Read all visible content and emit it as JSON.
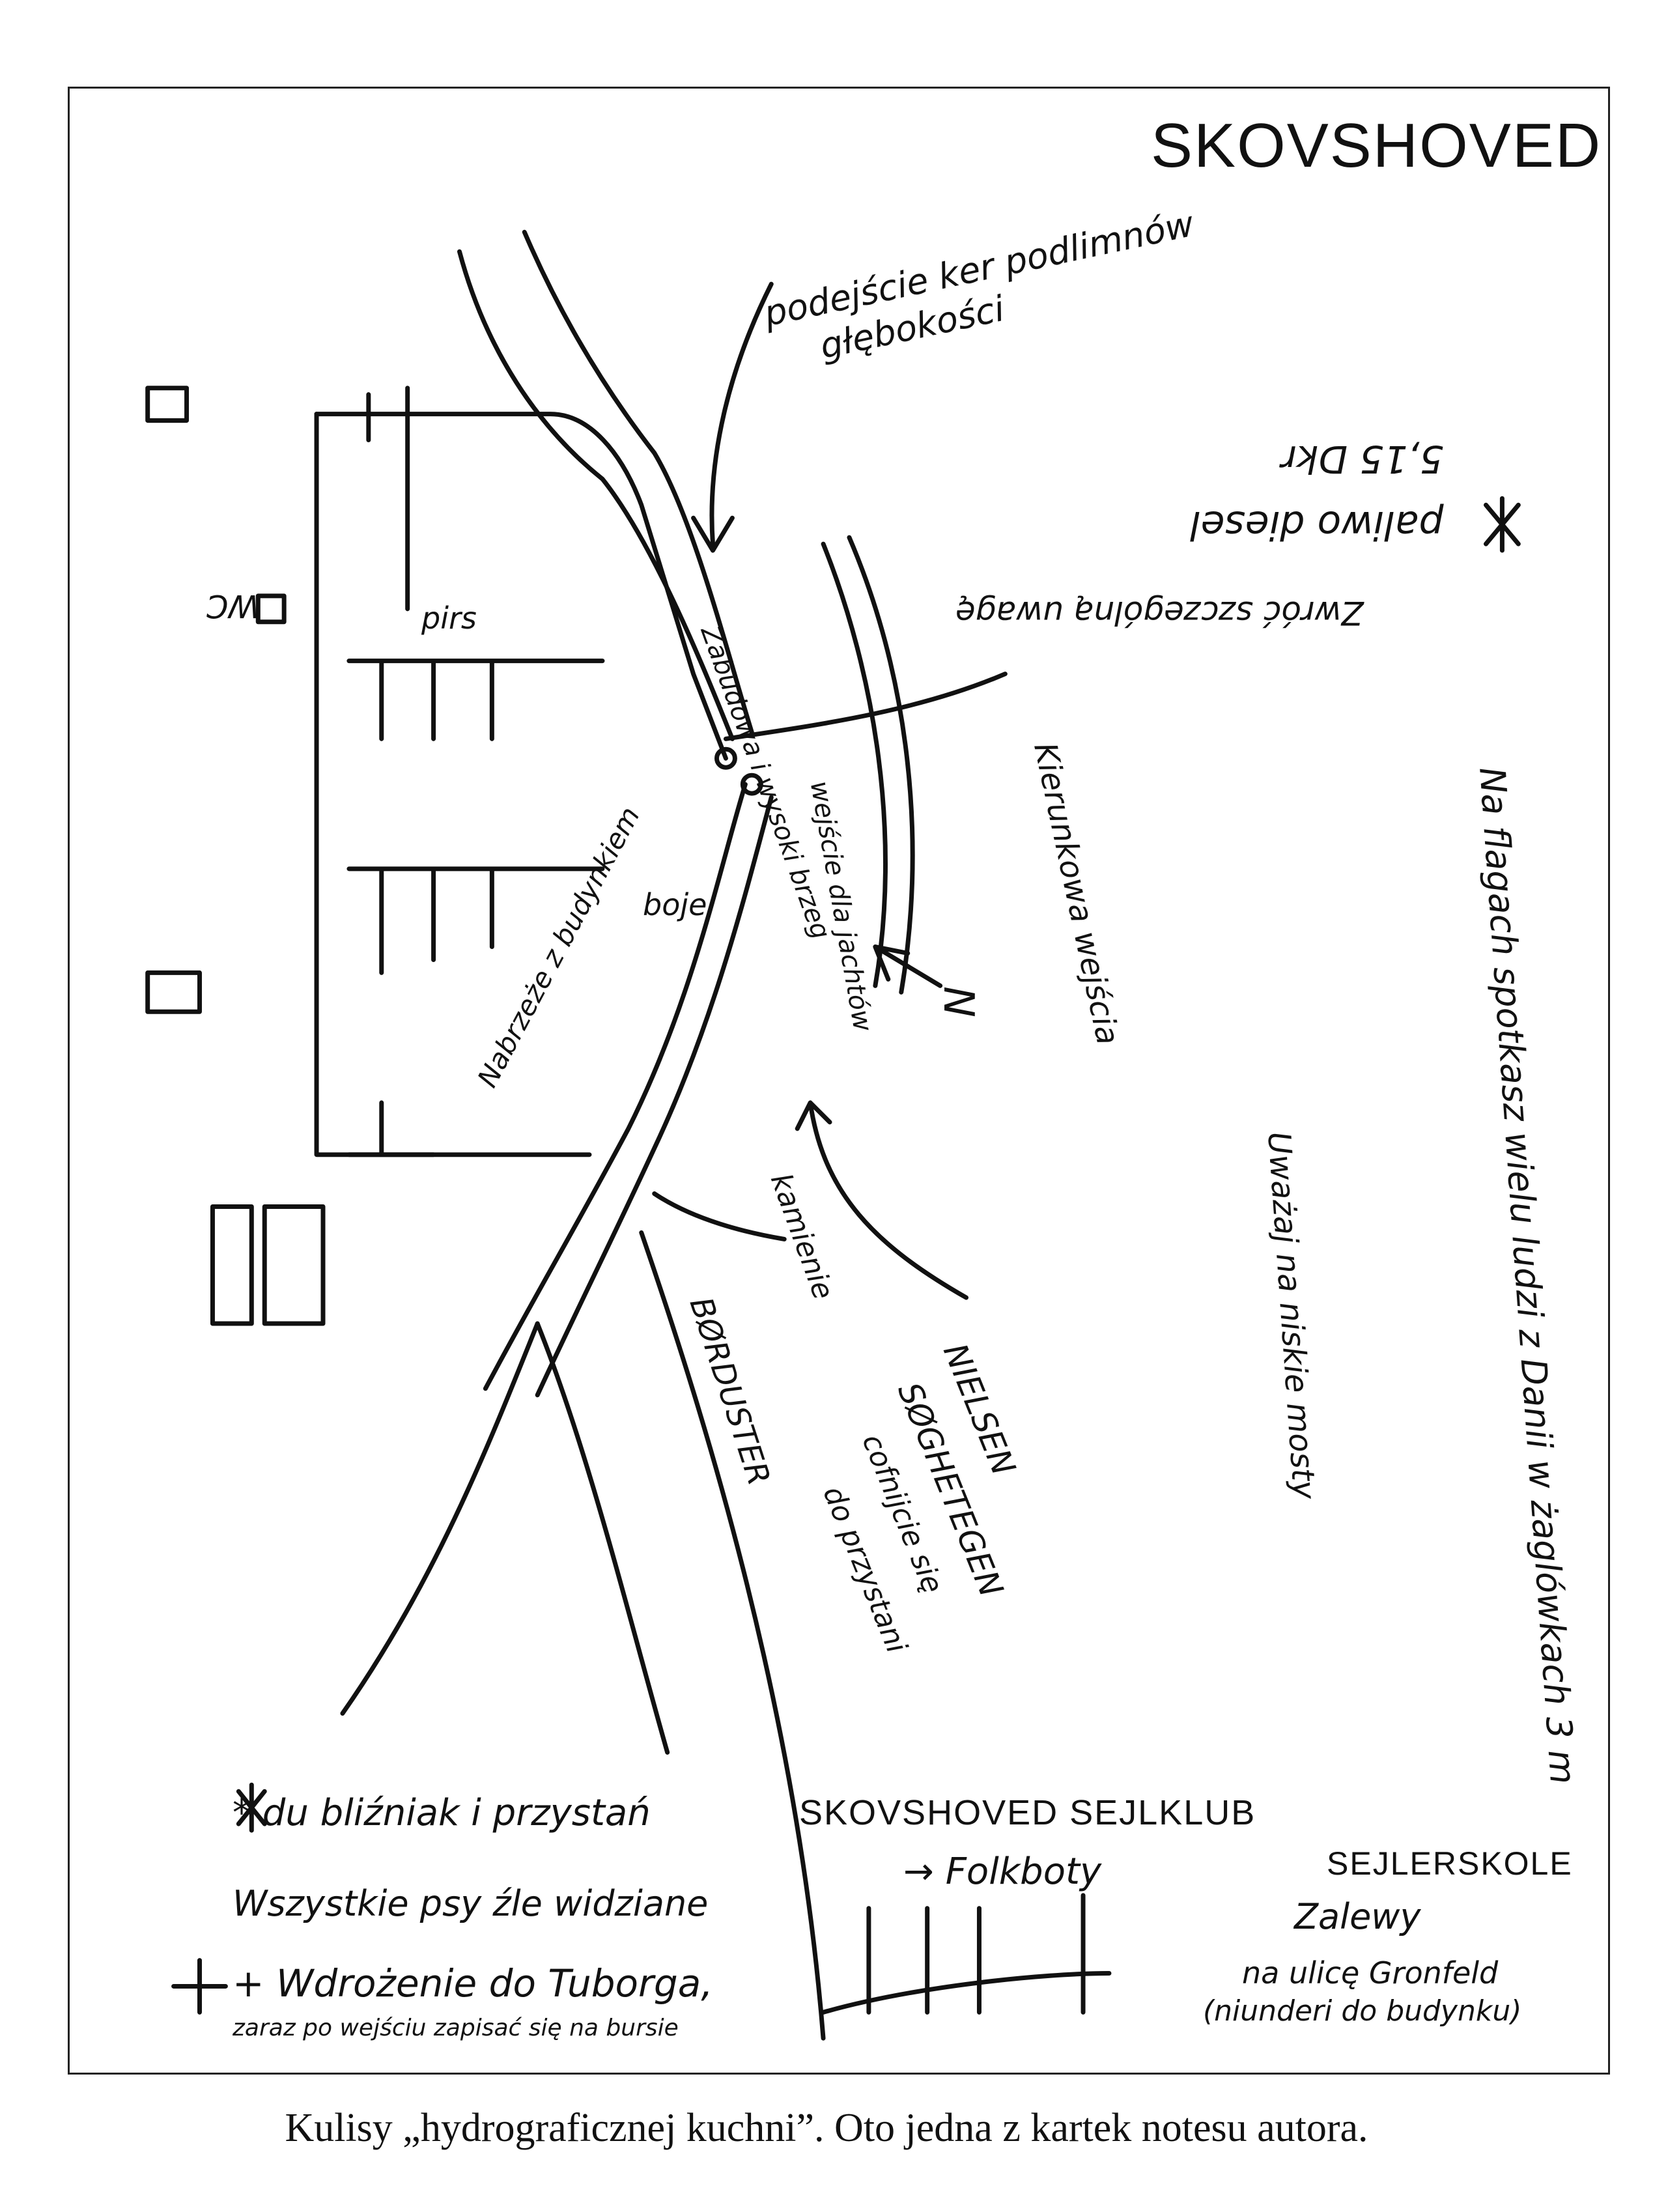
{
  "notebook": {
    "place_title": "SKOVSHOVED",
    "notes": {
      "podejscie": "podejście ker podlimnów",
      "glebokosci": "głębokości",
      "paliwo": "paliwo diesel",
      "cena": "5,15 Dkr",
      "ostrzezenie": "Zwróć szczególną uwagę",
      "kierunek": "Kierunkowa wejścia",
      "zabudowa": "Zabudowa i wysoki brzeg",
      "nabrzeze": "Nabrzeże z budynkiem",
      "wejscie": "wejście dla jachtów",
      "kamienie": "kamienie",
      "wc": "WC",
      "pirs": "pirs",
      "boje": "boje",
      "n_marker": "N",
      "hiel_lines": [
        "NIELSEN",
        "SØGHETEGEN",
        "cofnijcie się",
        "do przystani"
      ],
      "right_note": "Na flagach spotkasz wielu ludzi z Danii w żaglówkach 3 m",
      "right_note_2": "Uważaj na niskie mosty",
      "boundary": "BØRDUSTER"
    },
    "bottom_notes": {
      "line1": "* du bliźniak i przystań",
      "club": "SKOVSHOVED SEJLKLUB",
      "school": "SEJLERSKOLE",
      "folkboat": "→ Folkboty",
      "line2": "Wszystkie psy źle widziane",
      "line3": "+ Wdrożenie do Tuborga,",
      "line4": "zaraz po wejściu zapisać się na bursie",
      "zalew": "Zalewy",
      "ulica": "na ulicę Gronfeld",
      "niunde": "(niunderi do budynku)"
    }
  },
  "caption": "Kulisy „hydrograficznej kuchni”. Oto jedna z kartek notesu autora."
}
